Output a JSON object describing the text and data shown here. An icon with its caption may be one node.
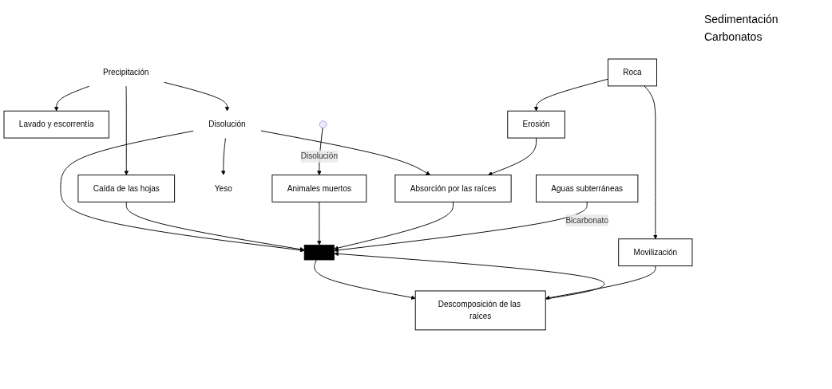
{
  "diagram": {
    "nodes": [
      {
        "text": [
          "Precipitación"
        ]
      },
      {
        "text": [
          "Lavado y escorrentía"
        ]
      },
      {
        "text": [
          "Disolución"
        ]
      },
      {
        "text": [
          "Caída de las hojas"
        ]
      },
      {
        "text": [
          "Animales muertos"
        ]
      },
      {
        "text": [
          "Yeso"
        ]
      },
      {
        "text": [],
        "shape": "bar"
      },
      {
        "text": [
          "Absorción por las raíces"
        ]
      },
      {
        "text": [
          "Descomposición de las raíces"
        ]
      },
      {
        "text": [
          "Movilización"
        ]
      },
      {
        "text": [
          "Erosión"
        ]
      },
      {
        "text": [
          "Roca"
        ]
      },
      {
        "text": [
          "Aguas subterráneas"
        ]
      }
    ],
    "edges": [
      {
        "from": 0,
        "to": 1,
        "arrow": "to"
      },
      {
        "from": 0,
        "to": 2,
        "arrow": "to"
      },
      {
        "from": 0,
        "to": 3,
        "arrow": "to"
      },
      {
        "from": 2,
        "to": 5,
        "arrow": "to"
      },
      {
        "from": 2,
        "to": 7,
        "arrow": "to"
      },
      {
        "from": 2,
        "to": 6,
        "arrow": "to"
      },
      {
        "from": 3,
        "to": 6,
        "arrow": "to"
      },
      {
        "from": null,
        "to": 4,
        "arrow": "to",
        "label": "Disolución"
      },
      {
        "from": 4,
        "to": 6,
        "arrow": "to"
      },
      {
        "from": 7,
        "to": 6,
        "arrow": "to"
      },
      {
        "from": 6,
        "to": 8,
        "arrow": "to"
      },
      {
        "from": 8,
        "to": 6,
        "arrow": "to"
      },
      {
        "from": 12,
        "to": 6,
        "arrow": "to",
        "label": "Bicarbonato"
      },
      {
        "from": 9,
        "to": 8,
        "arrow": "to"
      },
      {
        "from": 10,
        "to": 7,
        "arrow": "to"
      },
      {
        "from": 11,
        "to": 10,
        "arrow": "to"
      },
      {
        "from": 11,
        "to": 9,
        "arrow": "to"
      }
    ],
    "labels": [
      "Sedimentación",
      "Carbonatos"
    ]
  }
}
